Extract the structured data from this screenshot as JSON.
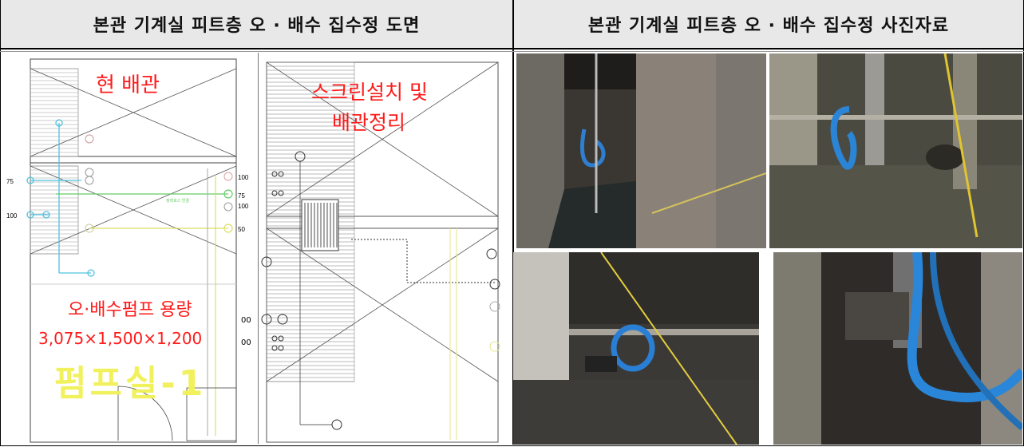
{
  "header": {
    "left_title": "본관 기계실 피트층 오 · 배수 집수정 도면",
    "right_title": "본관 기계실 피트층 오 · 배수 집수정 사진자료"
  },
  "drawing_left": {
    "caption_top": "현 배관",
    "caption_pump": "오·배수펌프 용량",
    "dimensions": "3,075×1,500×1,200",
    "room_label": "펌프실-1",
    "dim_labels": [
      "100",
      "75",
      "100",
      "75",
      "100",
      "50"
    ],
    "green_note": "정력호스 연결"
  },
  "drawing_right": {
    "caption_line1": "스크린설치 및",
    "caption_line2": "배관정리",
    "side_labels": [
      "00",
      "00"
    ]
  },
  "photos": [
    {
      "name": "pit-photo-1"
    },
    {
      "name": "pit-photo-2"
    },
    {
      "name": "pit-photo-3"
    },
    {
      "name": "pit-photo-4"
    }
  ]
}
